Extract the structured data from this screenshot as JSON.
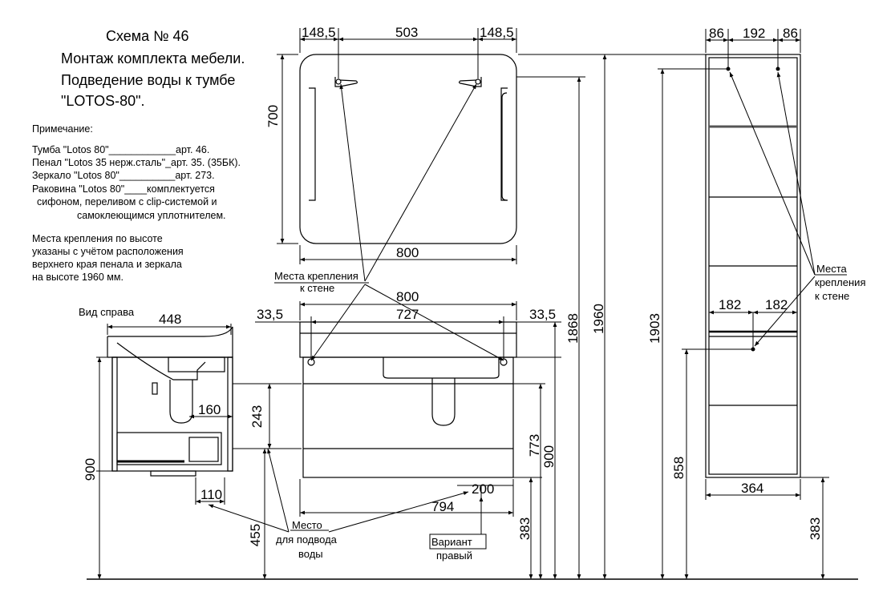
{
  "header": {
    "scheme": "Схема № 46",
    "line1": "Монтаж комплекта мебели.",
    "line2": "Подведение воды к тумбе",
    "line3": "\"LOTOS-80\"."
  },
  "notes": {
    "title": "Примечание:",
    "items": [
      "Тумба \"Lotos 80\"____________арт. 46.",
      "Пенал \"Lotos 35 нерж.сталь\"_арт. 35. (35БК).",
      "Зеркало \"Lotos 80\"__________арт. 273.",
      "Раковина \"Lotos 80\"____комплектуется",
      "сифоном, переливом с clip-системой и",
      "самоклеющимся уплотнителем."
    ],
    "mount": [
      "Места крепления по высоте",
      "указаны с учётом расположения",
      "верхнего края пенала и зеркала",
      "на высоте 1960 мм."
    ]
  },
  "labels": {
    "side_view": "Вид справа",
    "mount_1": "Места крепления",
    "mount_2": "к стене",
    "mount_r1": "Места",
    "mount_r2": "крепления",
    "mount_r3": "к стене",
    "water_1": "Место",
    "water_2": "для подвода",
    "water_3": "воды",
    "variant_1": "Вариант",
    "variant_2": "правый"
  },
  "dims": {
    "m_left": "148,5",
    "m_mid": "503",
    "m_right": "148,5",
    "m_height": "700",
    "m_width": "800",
    "c_width": "800",
    "c_inner": "727",
    "c_left": "33,5",
    "c_right": "33,5",
    "c_200": "200",
    "c_794": "794",
    "c_383": "383",
    "c_900": "900",
    "c_773": "773",
    "h_1868": "1868",
    "h_1960": "1960",
    "s_448": "448",
    "s_160": "160",
    "s_243": "243",
    "s_110": "110",
    "s_455": "455",
    "s_900": "900",
    "p_86a": "86",
    "p_192": "192",
    "p_86b": "86",
    "p_182a": "182",
    "p_182b": "182",
    "p_364": "364",
    "p_1903": "1903",
    "p_858": "858",
    "p_383": "383"
  }
}
